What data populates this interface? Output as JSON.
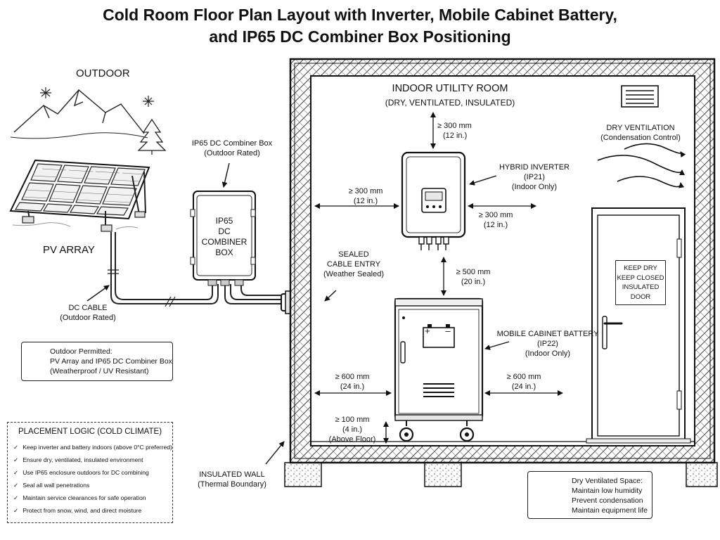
{
  "title": {
    "line1": "Cold Room Floor Plan Layout with Inverter, Mobile Cabinet Battery,",
    "line2": "and IP65 DC Combiner Box Positioning"
  },
  "outdoor": {
    "label": "OUTDOOR"
  },
  "pv_array": {
    "label": "PV ARRAY"
  },
  "dc_cable": {
    "line1": "DC CABLE",
    "line2": "(Outdoor Rated)"
  },
  "combiner": {
    "callout_line1": "IP65 DC Combiner Box",
    "callout_line2": "(Outdoor Rated)",
    "box_line1": "IP65",
    "box_line2": "DC",
    "box_line3": "COMBINER",
    "box_line4": "BOX"
  },
  "cable_entry": {
    "line1": "SEALED",
    "line2": "CABLE ENTRY",
    "line3": "(Weather Sealed)"
  },
  "outdoor_note": {
    "line1": "Outdoor Permitted:",
    "line2": "PV Array and IP65 DC Combiner Box",
    "line3": "(Weatherproof / UV Resistant)",
    "icon": "snowflake-icon"
  },
  "placement_logic": {
    "title": "PLACEMENT LOGIC (COLD CLIMATE)",
    "items": [
      "Keep inverter and battery indoors (above 0°C preferred)",
      "Ensure dry, ventilated, insulated environment",
      "Use IP65 enclosure outdoors for DC combining",
      "Seal all wall penetrations",
      "Maintain service clearances for safe operation",
      "Protect from snow, wind, and direct moisture"
    ]
  },
  "insulated_wall": {
    "line1": "INSULATED WALL",
    "line2": "(Thermal Boundary)"
  },
  "room": {
    "title": "INDOOR UTILITY ROOM",
    "subtitle": "(DRY, VENTILATED, INSULATED)"
  },
  "clearances": {
    "inv_top": {
      "line1": "≥ 300 mm",
      "line2": "(12 in.)"
    },
    "inv_left": {
      "line1": "≥ 300 mm",
      "line2": "(12 in.)"
    },
    "inv_right": {
      "line1": "≥ 300 mm",
      "line2": "(12 in.)"
    },
    "inv_bottom": {
      "line1": "≥ 500 mm",
      "line2": "(20 in.)"
    },
    "bat_left": {
      "line1": "≥ 600 mm",
      "line2": "(24 in.)"
    },
    "bat_right": {
      "line1": "≥ 600 mm",
      "line2": "(24 in.)"
    },
    "bat_floor": {
      "line1": "≥ 100 mm",
      "line2": "(4 in.)",
      "line3": "(Above Floor)"
    }
  },
  "inverter": {
    "line1": "HYBRID INVERTER",
    "line2": "(IP21)",
    "line3": "(Indoor Only)"
  },
  "battery": {
    "line1": "MOBILE CABINET BATTERY",
    "line2": "(IP22)",
    "line3": "(Indoor Only)",
    "terminal_plus": "+",
    "terminal_minus": "–"
  },
  "ventilation": {
    "line1": "DRY VENTILATION",
    "line2": "(Condensation Control)"
  },
  "door_sign": {
    "line1": "KEEP DRY",
    "line2": "KEEP CLOSED",
    "line3": "INSULATED",
    "line4": "DOOR"
  },
  "dry_space": {
    "line1": "Dry Ventilated Space:",
    "line2": "Maintain low humidity",
    "line3": "Prevent condensation",
    "line4": "Maintain equipment life",
    "icon": "fan-icon"
  }
}
